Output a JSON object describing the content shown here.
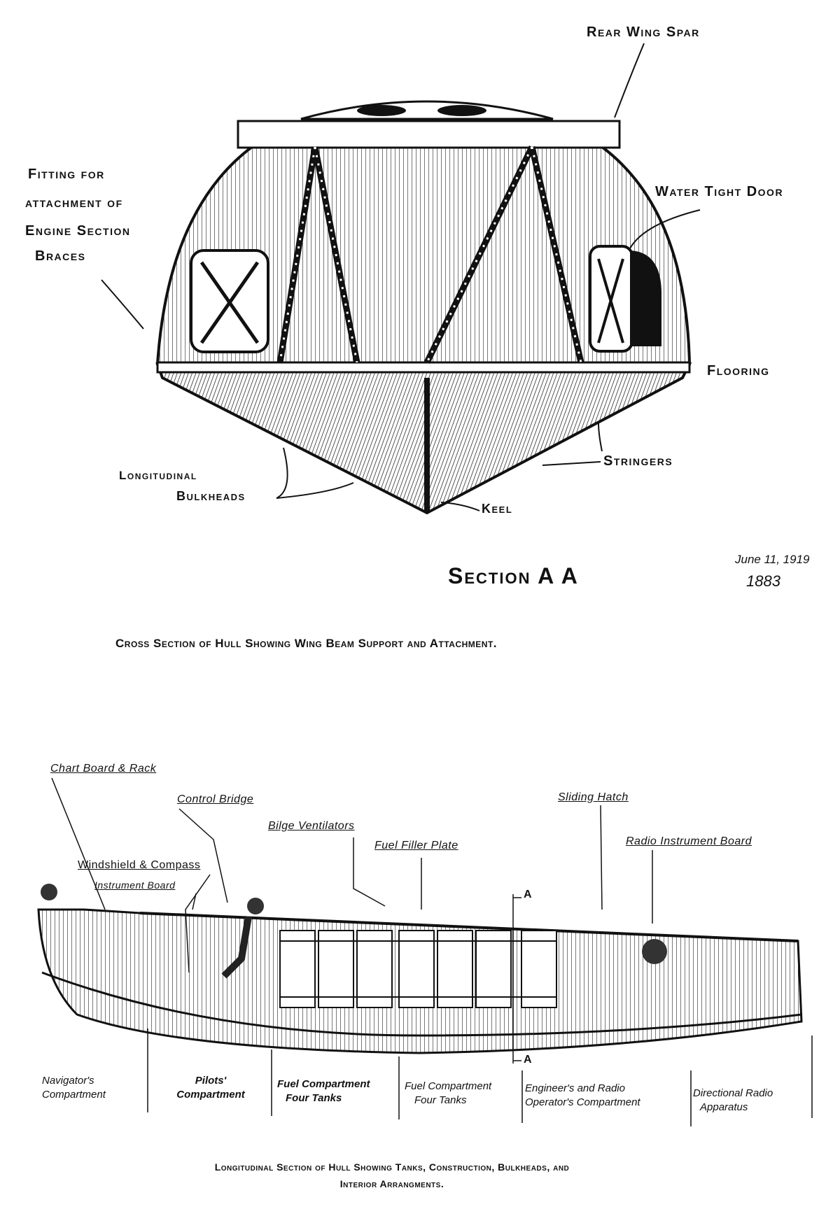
{
  "cross_section": {
    "labels": {
      "rear_wing_spar": "Rear Wing Spar",
      "fitting": [
        "Fitting for",
        "attachment of",
        "Engine Section",
        "Braces"
      ],
      "water_tight_door": "Water Tight Door",
      "flooring": "Flooring",
      "stringers": "Stringers",
      "longitudinal_bulkheads": [
        "Longitudinal",
        "Bulkheads"
      ],
      "keel": "Keel"
    },
    "title": "Section A A",
    "date": "June 11, 1919",
    "number": "1883",
    "caption": "Cross Section of Hull Showing Wing Beam Support and Attachment."
  },
  "longitudinal_section": {
    "labels": {
      "chart_board": "Chart Board & Rack",
      "control_bridge": "Control Bridge",
      "bilge_ventilators": "Bilge Ventilators",
      "fuel_filler_plate": "Fuel Filler Plate",
      "sliding_hatch": "Sliding Hatch",
      "radio_instrument_board": "Radio Instrument Board",
      "windshield_compass": "Windshield & Compass",
      "instrument_board": "Instrument Board",
      "section_marker_top": "A",
      "section_marker_bottom": "A"
    },
    "compartments": [
      [
        "Navigator's",
        "Compartment"
      ],
      [
        "Pilots'",
        "Compartment"
      ],
      [
        "Fuel Compartment",
        "Four Tanks"
      ],
      [
        "Fuel Compartment",
        "Four Tanks"
      ],
      [
        "Engineer's and Radio",
        "Operator's Compartment"
      ],
      [
        "Directional Radio",
        "Apparatus"
      ]
    ],
    "caption": [
      "Longitudinal Section of Hull Showing Tanks, Construction, Bulkheads, and",
      "Interior Arrangments."
    ]
  }
}
